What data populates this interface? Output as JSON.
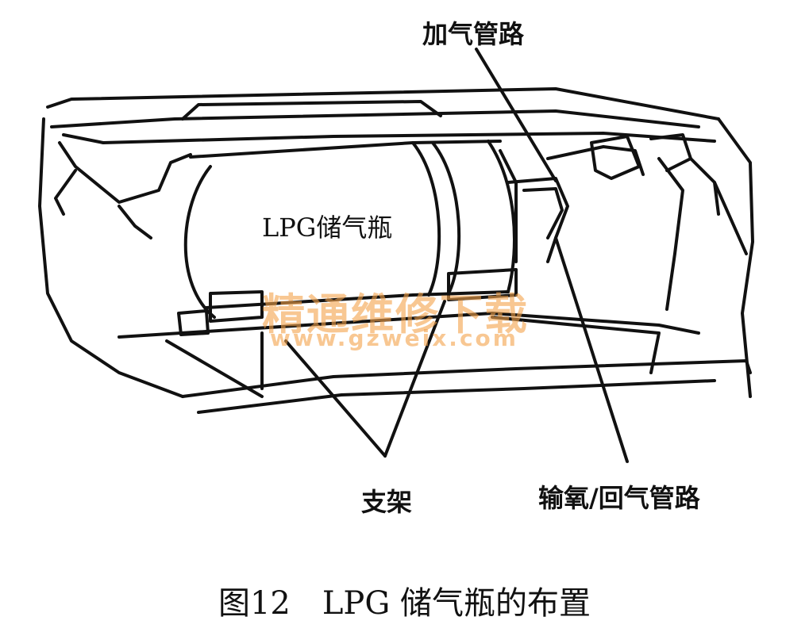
{
  "labels": {
    "fill_pipe": "加气管路",
    "tank": "LPG储气瓶",
    "bracket": "支架",
    "supply_return_pipe": "输氧/回气管路"
  },
  "watermark": {
    "text": "精通维修下载",
    "url": "www.gzweix.com",
    "color": "#f4a24b"
  },
  "caption": "图12　LPG 储气瓶的布置"
}
